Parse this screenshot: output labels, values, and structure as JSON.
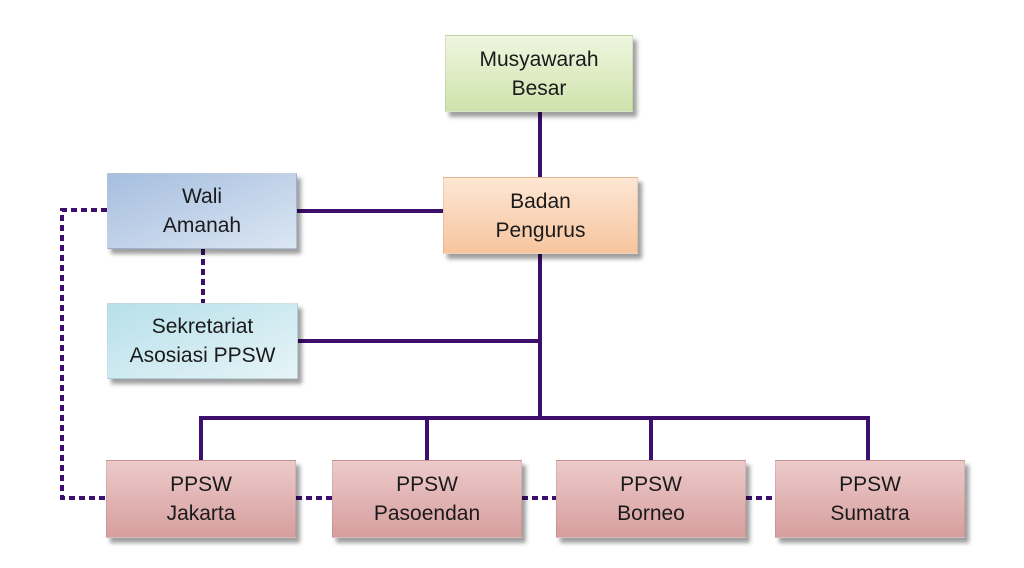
{
  "nodes": {
    "musyawarah_besar": {
      "line1": "Musyawarah",
      "line2": "Besar"
    },
    "badan_pengurus": {
      "line1": "Badan",
      "line2": "Pengurus"
    },
    "wali_amanah": {
      "line1": "Wali",
      "line2": "Amanah"
    },
    "sekretariat": {
      "line1": "Sekretariat",
      "line2": "Asosiasi PPSW"
    },
    "ppsw_jakarta": {
      "line1": "PPSW",
      "line2": "Jakarta"
    },
    "ppsw_pasoendan": {
      "line1": "PPSW",
      "line2": "Pasoendan"
    },
    "ppsw_borneo": {
      "line1": "PPSW",
      "line2": "Borneo"
    },
    "ppsw_sumatra": {
      "line1": "PPSW",
      "line2": "Sumatra"
    }
  },
  "colors": {
    "connector": "#3b0f6b",
    "green_box": "#cfe3ac",
    "orange_box": "#f7c59e",
    "blue_box": "#a6bedf",
    "teal_box": "#b7e0ea",
    "pink_box": "#d79e9e"
  },
  "connections": [
    {
      "from": "musyawarah_besar",
      "to": "badan_pengurus",
      "style": "solid"
    },
    {
      "from": "badan_pengurus",
      "to": "wali_amanah",
      "style": "solid"
    },
    {
      "from": "badan_pengurus",
      "to": "sekretariat",
      "style": "solid"
    },
    {
      "from": "badan_pengurus",
      "to": "ppsw_jakarta",
      "style": "solid"
    },
    {
      "from": "badan_pengurus",
      "to": "ppsw_pasoendan",
      "style": "solid"
    },
    {
      "from": "badan_pengurus",
      "to": "ppsw_borneo",
      "style": "solid"
    },
    {
      "from": "badan_pengurus",
      "to": "ppsw_sumatra",
      "style": "solid"
    },
    {
      "from": "wali_amanah",
      "to": "sekretariat",
      "style": "dotted"
    },
    {
      "from": "wali_amanah",
      "to": "ppsw_jakarta",
      "style": "dotted"
    },
    {
      "from": "ppsw_jakarta",
      "to": "ppsw_pasoendan",
      "style": "dotted"
    },
    {
      "from": "ppsw_pasoendan",
      "to": "ppsw_borneo",
      "style": "dotted"
    },
    {
      "from": "ppsw_borneo",
      "to": "ppsw_sumatra",
      "style": "dotted"
    }
  ]
}
